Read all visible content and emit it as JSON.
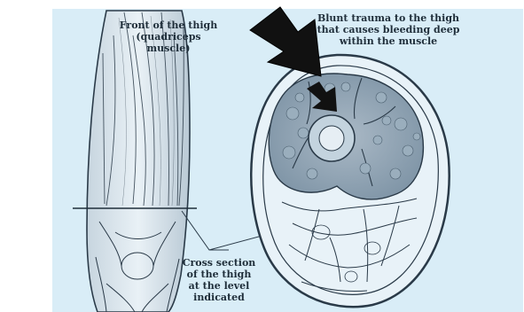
{
  "labels": {
    "front_thigh": [
      "Front of the thigh",
      "(quadriceps",
      "muscle)"
    ],
    "trauma": [
      "Blunt trauma to the thigh",
      "that causes bleeding deep",
      "within the muscle"
    ],
    "cross_section": [
      "Cross section",
      "of the thigh",
      "at the level",
      "indicated"
    ]
  },
  "colors": {
    "background": "#d9edf7",
    "ink": "#2a3a48",
    "muscle": "#8fa3b3",
    "arrow": "#111111"
  }
}
